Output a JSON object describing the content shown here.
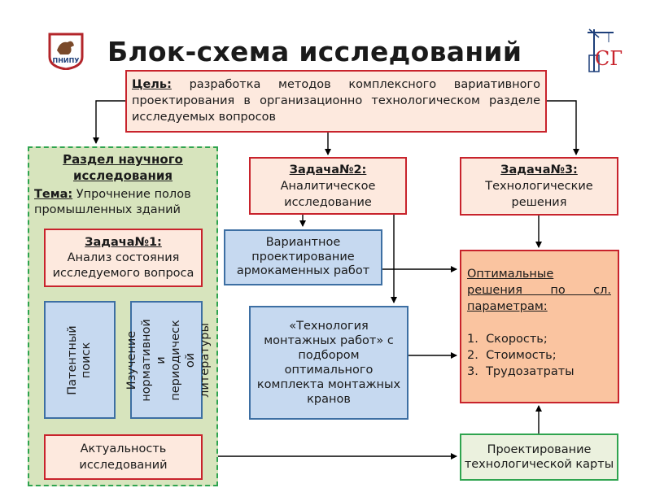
{
  "header": {
    "title": "Блок-схема исследований",
    "left_logo_text": "ПНИПУ",
    "right_logo_text": "СГ"
  },
  "goal": {
    "label": "Цель:",
    "text": "разработка методов комплексного вариативного проектирования в организационно технологическом разделе исследуемых вопросов"
  },
  "section": {
    "heading_line1": "Раздел научного",
    "heading_line2": "исследования",
    "theme_label": "Тема:",
    "theme_text": "Упрочнение полов промышленных зданий"
  },
  "task1": {
    "label": "Задача№1:",
    "text": "Анализ состояния исследуемого вопроса"
  },
  "task2": {
    "label": "Задача№2:",
    "text": "Аналитическое исследование"
  },
  "task3": {
    "label": "Задача№3:",
    "text": "Технологические решения"
  },
  "patent": {
    "text_line1": "Патентный",
    "text_line2": "поиск"
  },
  "literature": {
    "text_line1": "Изучение",
    "text_line2": "нормативной",
    "text_line3": "и",
    "text_line4": "периодическ",
    "text_line5": "ой",
    "text_line6": "литературы"
  },
  "relevance": {
    "text": "Актуальность исследований"
  },
  "variant": {
    "text": "Вариантное проектирование армокаменных работ"
  },
  "technology": {
    "text": "«Технология монтажных работ» с подбором оптимального комплекта монтажных кранов"
  },
  "optimal": {
    "heading": "Оптимальные решения по сл. параметрам:",
    "items": [
      "Скорость;",
      "Стоимость;",
      "Трудозатраты"
    ]
  },
  "tech_map": {
    "text": "Проектирование технологической карты"
  },
  "colors": {
    "red_border": "#c8232c",
    "blue_border": "#3d6fa3",
    "green_border": "#2fa44f",
    "orange_fill": "#fac4a0"
  }
}
